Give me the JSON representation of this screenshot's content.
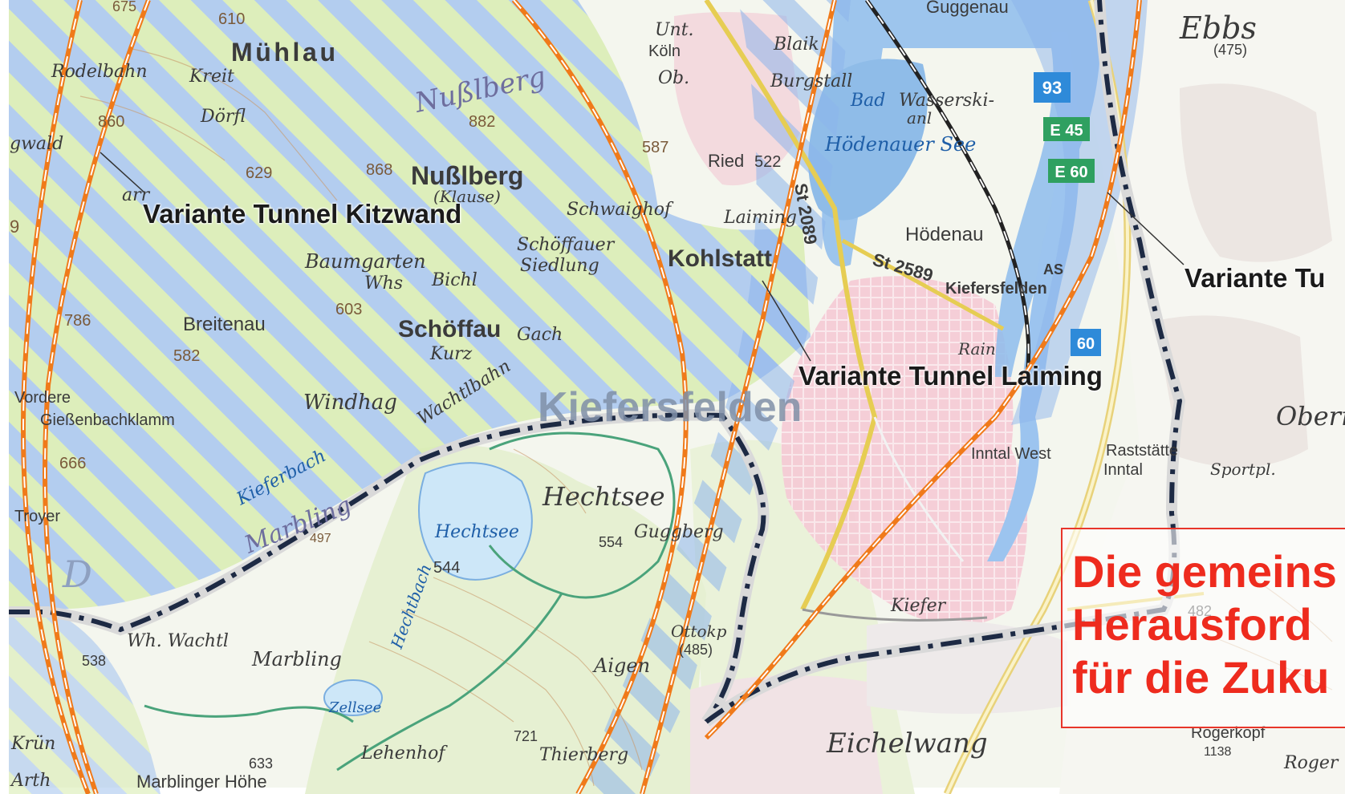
{
  "route_labels": {
    "kitzwand": "Variante Tunnel Kitzwand",
    "laiming": "Variante Tunnel Laiming",
    "tu_partial": "Variante Tu"
  },
  "callout": {
    "line1": "Die gemeins",
    "line2": "Herausford",
    "line3": "für die Zuku"
  },
  "places": {
    "muehlau": "Mühlau",
    "nusslberg_region": "Nußlberg",
    "nusslberg": "Nußlberg",
    "klause": "(Klause)",
    "breitenau": "Breitenau",
    "schoeffau": "Schöffau",
    "kiefersfelden": "Kiefersfelden",
    "kohlstatt": "Kohlstatt",
    "hoedenau": "Hödenau",
    "hoedenauer_see": "Hödenauer See",
    "ebbs": "Ebbs",
    "ebbs_elev": "(475)",
    "oberndorf_partial": "Obern",
    "eichelwang": "Eichelwang",
    "hechtsee": "Hechtsee",
    "hechtsee_region": "Hechtsee",
    "marbling_region": "Marbling",
    "marbling": "Marbling",
    "marblinger_hoehe": "Marblinger Höhe",
    "lehenhof": "Lehenhof",
    "thierberg": "Thierberg",
    "ottokp": "Ottokp",
    "ottokp_elev": "(485)",
    "aigen": "Aigen",
    "gugg_berg": "Guggberg",
    "inntal_west": "Inntal West",
    "inntal": "Inntal",
    "raststaette": "Raststätte",
    "sportpl": "Sportpl.",
    "kiefer": "Kiefer",
    "rogerkopf": "Rogerkopf",
    "rogerkopf_elev": "1138",
    "roger": "Roger",
    "ried": "Ried",
    "ried_elev": "522",
    "laiming": "Laiming",
    "schwaighof": "Schwaighof",
    "schoeffauer": "Schöffauer",
    "siedlung": "Siedlung",
    "baumgarten": "Baumgarten",
    "bichl": "Bichl",
    "whs": "Whs",
    "kreit": "Kreit",
    "doerfl": "Dörfl",
    "windhag": "Windhag",
    "kurz": "Kurz",
    "gach": "Gach",
    "wachtlbahn": "Wachtlbahn",
    "kieferbach": "Kieferbach",
    "giessenbachklamm": "Gießenbachklamm",
    "vordere": "Vordere",
    "troyer": "Troyer",
    "wh_wachtl": "Wh. Wachtl",
    "rain": "Rain",
    "bad": "Bad",
    "wasserski": "Wasserski-",
    "anl": "anl",
    "burgstall": "Burgstall",
    "blaik": "Blaik",
    "unt_koeln": "Unt.",
    "koeln": "Köln",
    "ob": "Ob.",
    "guggenau": "Guggenau",
    "kiefersfelden_small": "Kiefersfelden",
    "hechtbach": "Hechtbach",
    "zellsee": "Zellsee",
    "kiefersfelden_as": "AS",
    "rodelbahn": "Rodelbahn",
    "arth": "Arth",
    "kruen": "Krün",
    "gwald": "gwald",
    "arr": "arr",
    "d_mark": "D"
  },
  "elevations": {
    "e610": "610",
    "e882": "882",
    "e860": "860",
    "e629": "629",
    "e868": "868",
    "e587": "587",
    "e603": "603",
    "e786": "786",
    "e582": "582",
    "e666": "666",
    "e544": "544",
    "e554": "554",
    "e538": "538",
    "e633": "633",
    "e721": "721",
    "e482": "482",
    "e497": "497",
    "e675": "675",
    "e9": "9"
  },
  "road_labels": {
    "st2089": "St 2089",
    "st2589": "St 2589"
  },
  "road_shields": {
    "a93": "93",
    "e45": "E 45",
    "e60_1": "E 60",
    "e60_2": "60"
  },
  "colors": {
    "route_orange": "#f07a1a",
    "border_dark": "#1d2a44",
    "stripe_blue": "#a9c6ee",
    "stripe_green": "#d7ecad",
    "callout_red": "#ee2b1e",
    "water_blue": "#8dbcec"
  }
}
